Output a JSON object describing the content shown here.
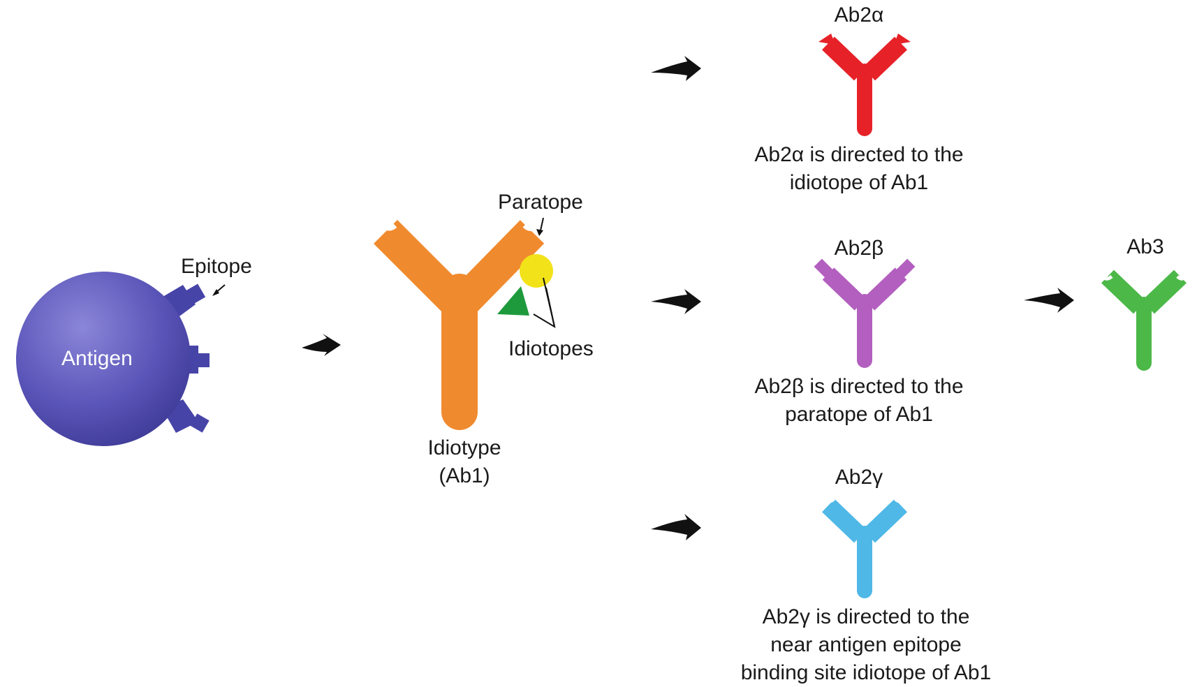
{
  "labels": {
    "antigen": "Antigen",
    "epitope": "Epitope",
    "paratope": "Paratope",
    "idiotopes": "Idiotopes",
    "idiotype": [
      "Idiotype",
      "(Ab1)"
    ],
    "ab2a": "Ab2α",
    "ab2b": "Ab2β",
    "ab2g": "Ab2γ",
    "ab3": "Ab3"
  },
  "descriptions": {
    "ab2a": [
      "Ab2α is directed to the",
      "idiotope of Ab1"
    ],
    "ab2b": [
      "Ab2β is directed to the",
      "paratope of Ab1"
    ],
    "ab2g": [
      "Ab2γ is directed to the",
      "near antigen epitope",
      "binding site idiotope of Ab1"
    ]
  },
  "colors": {
    "antigen": "#5a55b8",
    "ab1": "#f08a2e",
    "ab2a": "#e62228",
    "ab2b": "#b35fbf",
    "ab2g": "#4fb8e6",
    "ab3": "#4cb848",
    "paratope_ball": "#f2e21a",
    "idiotope_triangle": "#1e9a3c",
    "arrow": "#111111"
  }
}
